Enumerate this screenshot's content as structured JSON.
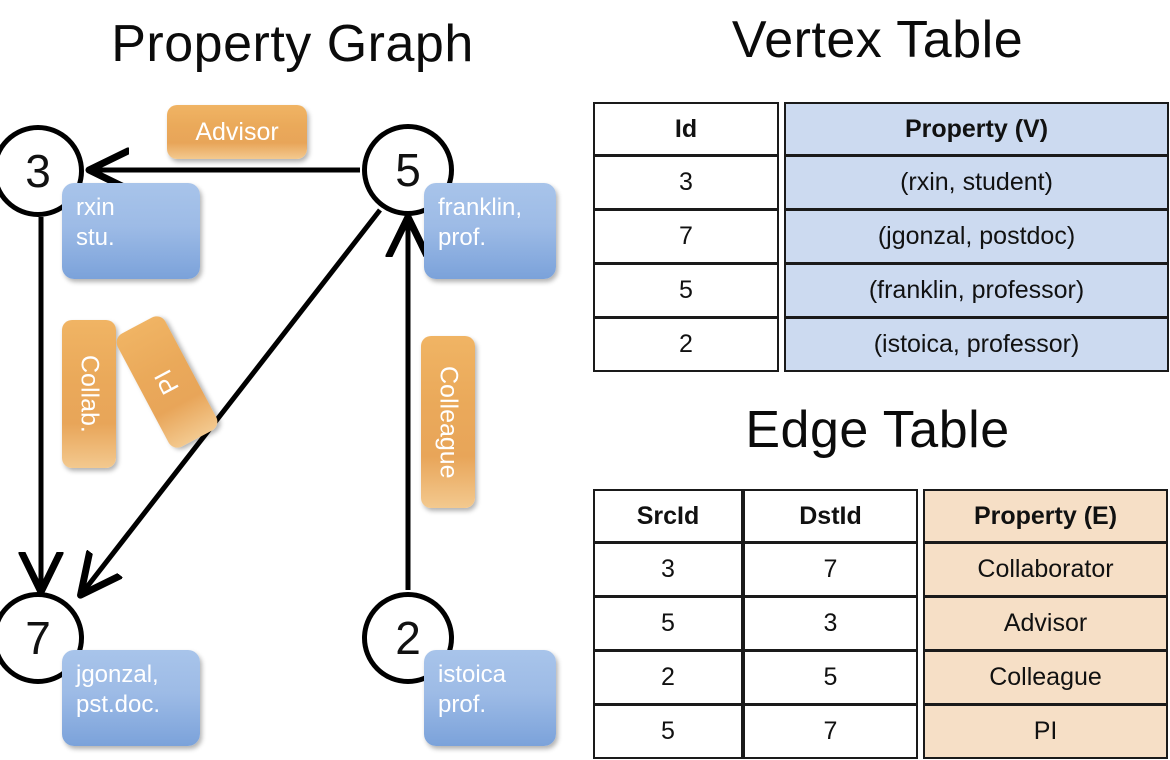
{
  "titles": {
    "property_graph": "Property Graph",
    "vertex_table": "Vertex Table",
    "edge_table": "Edge Table"
  },
  "graph": {
    "nodes": [
      {
        "id": "3",
        "property": "rxin\nstu."
      },
      {
        "id": "5",
        "property": "franklin,\nprof."
      },
      {
        "id": "7",
        "property": "jgonzal,\npst.doc."
      },
      {
        "id": "2",
        "property": "istoica\nprof."
      }
    ],
    "node_labels": {
      "n3": "3",
      "n5": "5",
      "n7": "7",
      "n2": "2"
    },
    "property_boxes": {
      "rxin_line1": "rxin",
      "rxin_line2": "stu.",
      "franklin_line1": "franklin,",
      "franklin_line2": "prof.",
      "jgonzal_line1": "jgonzal,",
      "jgonzal_line2": "pst.doc.",
      "istoica_line1": "istoica",
      "istoica_line2": "prof."
    },
    "edge_labels": {
      "advisor": "Advisor",
      "collab": "Collab.",
      "pi": "PI",
      "colleague": "Colleague"
    },
    "edges": [
      {
        "src": "5",
        "dst": "3",
        "label": "Advisor"
      },
      {
        "src": "3",
        "dst": "7",
        "label": "Collab."
      },
      {
        "src": "5",
        "dst": "7",
        "label": "PI"
      },
      {
        "src": "2",
        "dst": "5",
        "label": "Colleague"
      }
    ]
  },
  "vertex_table": {
    "headers": [
      "Id",
      "Property (V)"
    ],
    "rows": [
      {
        "id": "3",
        "property": "(rxin, student)"
      },
      {
        "id": "7",
        "property": "(jgonzal, postdoc)"
      },
      {
        "id": "5",
        "property": "(franklin, professor)"
      },
      {
        "id": "2",
        "property": "(istoica, professor)"
      }
    ]
  },
  "edge_table": {
    "headers": [
      "SrcId",
      "DstId",
      "Property (E)"
    ],
    "rows": [
      {
        "src": "3",
        "dst": "7",
        "property": "Collaborator"
      },
      {
        "src": "5",
        "dst": "3",
        "property": "Advisor"
      },
      {
        "src": "2",
        "dst": "5",
        "property": "Colleague"
      },
      {
        "src": "5",
        "dst": "7",
        "property": "PI"
      }
    ]
  },
  "colors": {
    "vertex_property_fill": "#ccdaf0",
    "edge_property_fill": "#f6dfc6",
    "node_box_blue": "#9dbbe6",
    "edge_label_orange": "#eaa95a",
    "stroke": "#000000",
    "background": "#ffffff"
  }
}
